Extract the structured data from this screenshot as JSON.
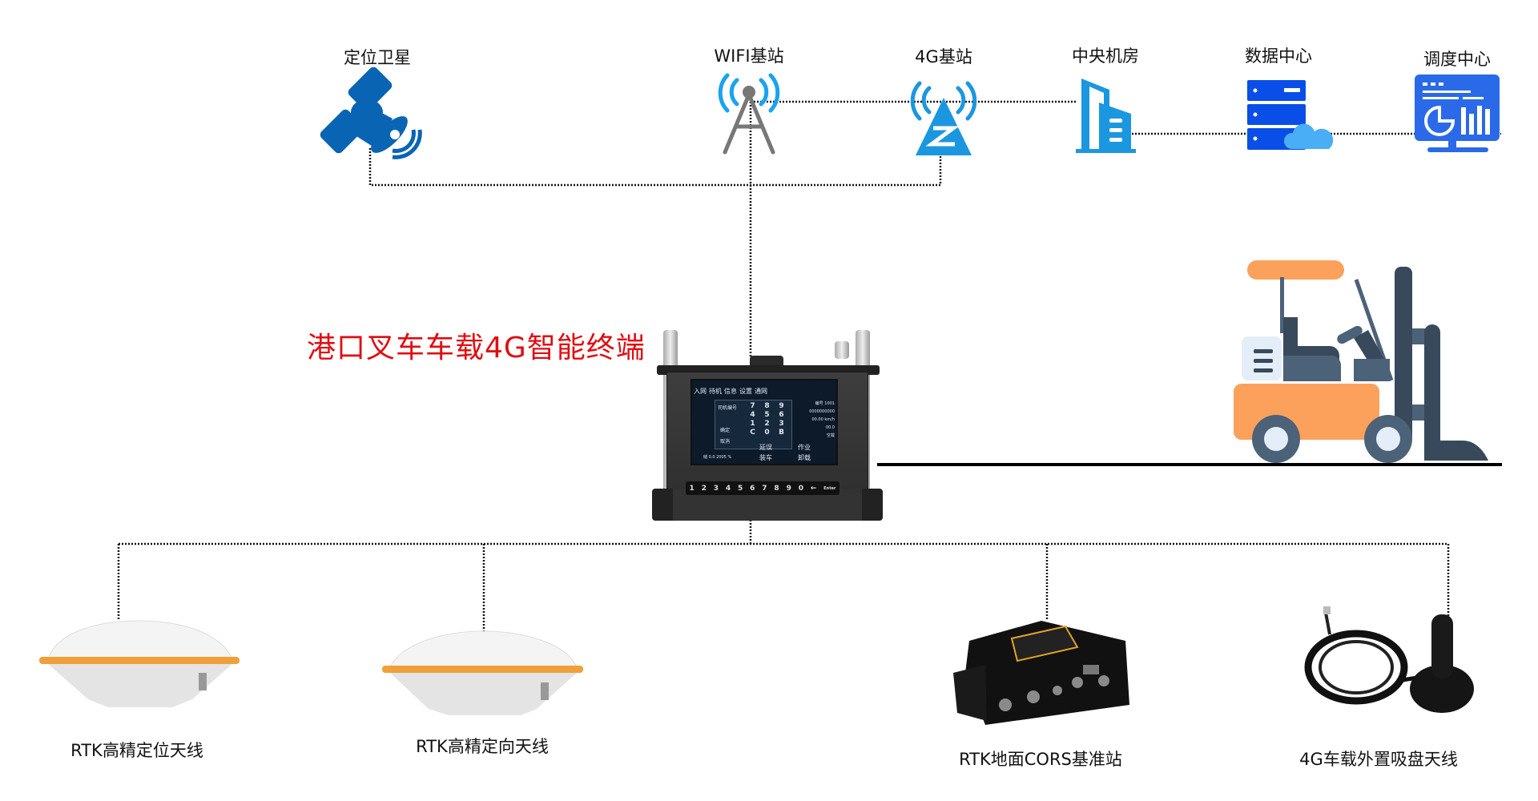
{
  "top_nodes": [
    {
      "id": "satellite",
      "label": "定位卫星",
      "icon": "satellite-icon"
    },
    {
      "id": "wifi",
      "label": "WIFI基站",
      "icon": "wifi-tower-icon"
    },
    {
      "id": "4g",
      "label": "4G基站",
      "icon": "cell-tower-icon"
    },
    {
      "id": "central",
      "label": "中央机房",
      "icon": "building-icon"
    },
    {
      "id": "datacenter",
      "label": "数据中心",
      "icon": "server-cloud-icon"
    },
    {
      "id": "dispatch",
      "label": "调度中心",
      "icon": "dashboard-monitor-icon"
    }
  ],
  "terminal": {
    "title": "港口叉车车载4G智能终端",
    "screen": {
      "tabs": [
        "入网",
        "待机",
        "信息",
        "设置",
        "通网"
      ],
      "driver_label": "司机编号",
      "confirm": "确定",
      "cancel": "取消",
      "keys": [
        "7",
        "8",
        "9",
        "4",
        "5",
        "6",
        "1",
        "2",
        "3",
        "C",
        "0",
        "B"
      ],
      "readouts": [
        "编号 1001",
        "0000000000",
        "00.00 km/h",
        "00.0",
        "空载"
      ],
      "actions": [
        "延误",
        "作业",
        "装车",
        "卸载"
      ],
      "footer": "储 0.0 2005 %"
    },
    "keypad": [
      "1",
      "2",
      "3",
      "4",
      "5",
      "6",
      "7",
      "8",
      "9",
      "0",
      "←",
      "Enter"
    ]
  },
  "vehicle": {
    "icon": "forklift-icon",
    "colors": {
      "body": "#fba15c",
      "frame": "#4c6278",
      "dark": "#38495b",
      "light": "#e4eef8"
    }
  },
  "bottom_nodes": [
    {
      "id": "rtk-pos",
      "label": "RTK高精定位天线"
    },
    {
      "id": "rtk-dir",
      "label": "RTK高精定向天线"
    },
    {
      "id": "cors",
      "label": "RTK地面CORS基准站"
    },
    {
      "id": "antenna4g",
      "label": "4G车载外置吸盘天线"
    }
  ],
  "colors": {
    "title": "#e00d12",
    "icon_blue": "#0a64b4",
    "wifi_blue": "#1aa3f0",
    "tower_blue": "#1b97e0",
    "server_blue": "#0a4ee8",
    "dispatch_blue": "#2a6ae8",
    "cloud": "#4aaef6"
  }
}
